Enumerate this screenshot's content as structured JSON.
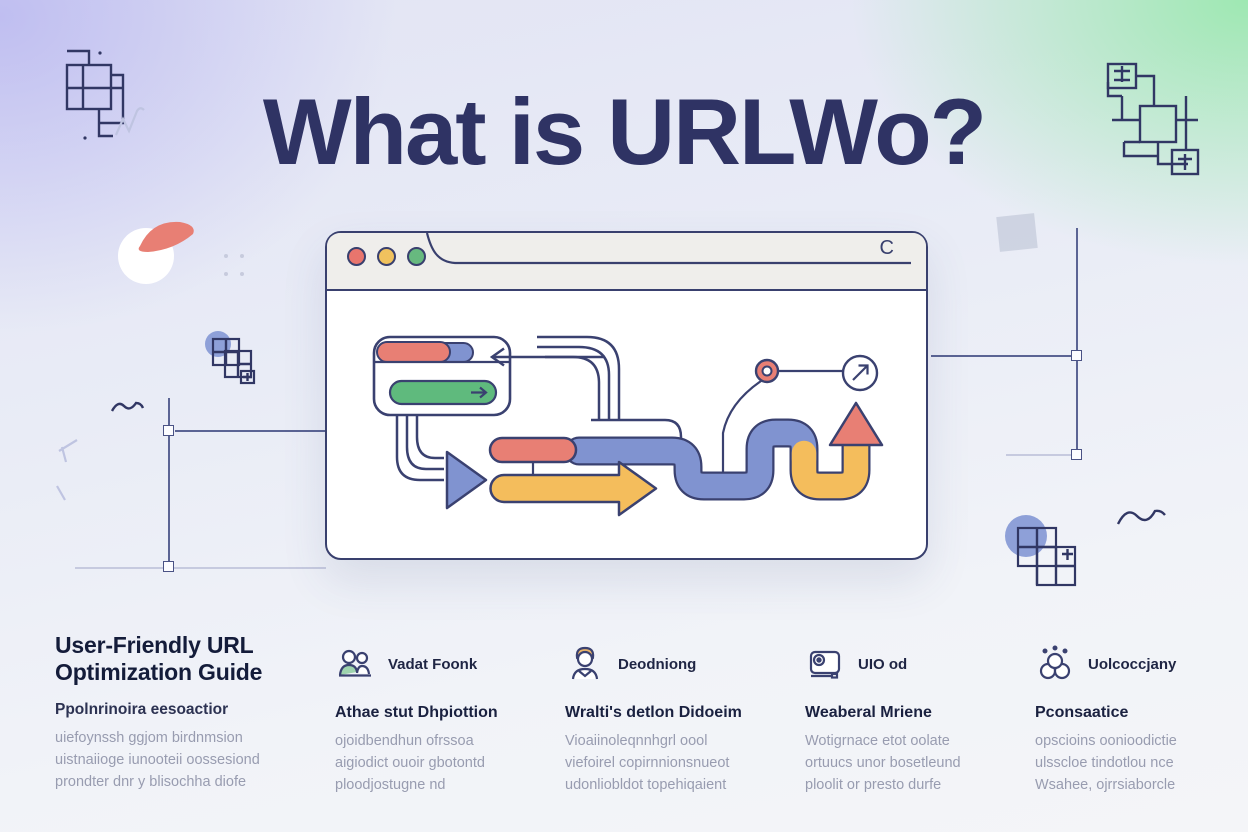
{
  "title": "What is URLWo?",
  "browser": {
    "refresh_label": "C"
  },
  "intro": {
    "heading": "User-Friendly URL Optimization Guide",
    "subheading": "Ppolnrinoira eesoactior",
    "body": "uiefoynssh ggjom birdnmsion uistnaiioge iunooteii oossesiond prondter dnr y blisochha diofe"
  },
  "columns": [
    {
      "icon": "people-group-icon",
      "label": "Vadat Foonk",
      "heading": "Athae stut Dhpiottion",
      "body": "ojoidbendhun ofrssoa aigiodict ouoir gbotontd ploodjostugne nd"
    },
    {
      "icon": "person-icon",
      "label": "Deodniong",
      "heading": "Wralti's detlon Didoeim",
      "body": "Vioaiinoleqnnhgrl oool viefoirel copirnnionsnueot udonliobldot topehiqaient"
    },
    {
      "icon": "device-icon",
      "label": "UIO od",
      "heading": "Weaberal Mriene",
      "body": "Wotigrnace etot oolate ortuucs unor bosetleund ploolit or presto durfe"
    },
    {
      "icon": "molecule-icon",
      "label": "Uolcoccjany",
      "heading": "Pconsaatice",
      "body": "opscioins oonioodictie ulsscloe tindotlou nce Wsahee, ojrrsiaborcle"
    }
  ],
  "colors": {
    "navy_outline": "#3a4170",
    "title_navy": "#2f3364",
    "coral": "#e87f74",
    "blue": "#8093d0",
    "yellow": "#f4bd5c",
    "green": "#5fba7d",
    "header_gray": "#efeeeb",
    "body_gray": "#989cb0",
    "bg_purple": "#c9c7ee",
    "bg_green": "#8fe8a0"
  }
}
